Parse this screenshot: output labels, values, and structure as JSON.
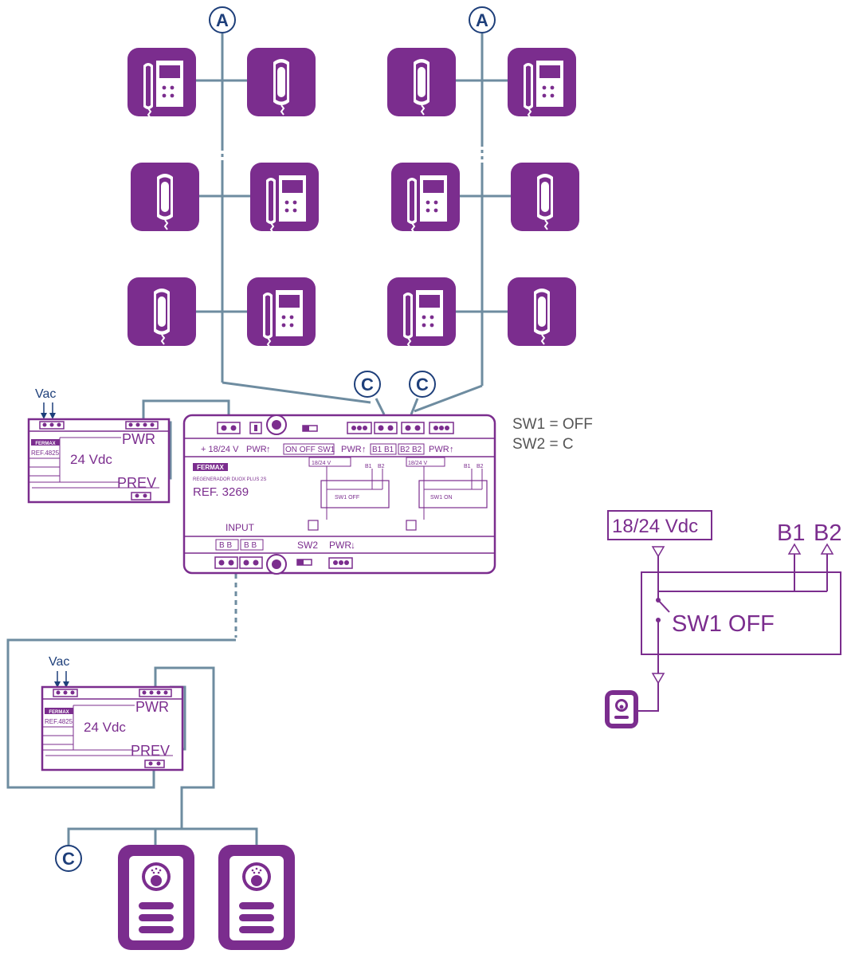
{
  "colors": {
    "purple": "#7b2d8e",
    "wire": "#6e8ca0",
    "navy": "#1e3f7a",
    "text_gray": "#555555",
    "background": "#ffffff"
  },
  "bus_markers": {
    "a_left": "A",
    "a_right": "A",
    "c_top_left": "C",
    "c_top_right": "C",
    "c_bottom": "C"
  },
  "settings_note": {
    "line1": "SW1 = OFF",
    "line2": "SW2 = C"
  },
  "power_supply_top": {
    "input_label": "Vac",
    "brand": "FERMAX",
    "ref": "REF.4825",
    "voltage": "24 Vdc",
    "output_pwr": "PWR",
    "output_prev": "PREV",
    "icon": "power-supply-icon"
  },
  "power_supply_bottom": {
    "input_label": "Vac",
    "brand": "FERMAX",
    "ref": "REF.4825",
    "voltage": "24 Vdc",
    "output_pwr": "PWR",
    "output_prev": "PREV",
    "icon": "power-supply-icon"
  },
  "regenerator": {
    "brand": "FERMAX",
    "model": "REGENERADOR DUOX PLUS 2S",
    "ref": "REF. 3269",
    "top_terminals": {
      "supply": "+ 18/24 V",
      "pwr1": "PWR",
      "sw1_label": "ON OFF SW1",
      "pwr2": "PWR",
      "b1_label": "B1 B1",
      "b2_label": "B2 B2",
      "pwr3": "PWR"
    },
    "left_block": {
      "supply": "18/24 V",
      "b1": "B1",
      "b2": "B2",
      "switch": "SW1 OFF"
    },
    "right_block": {
      "supply": "18/24 V",
      "b1": "B1",
      "b2": "B2",
      "switch": "SW1 ON"
    },
    "bottom": {
      "input": "INPUT",
      "b_terms": "B B",
      "b_terms2": "B B",
      "sw2": "SW2",
      "pwr_down": "PWR"
    }
  },
  "detail_diagram": {
    "supply": "18/24 Vdc",
    "b1": "B1",
    "b2": "B2",
    "switch": "SW1 OFF",
    "icon": "monitor-device-icon"
  },
  "monitor_groups": {
    "left_column": [
      "video-monitor-icon",
      "audio-handset-icon",
      "audio-handset-icon",
      "video-monitor-icon",
      "audio-handset-icon",
      "video-monitor-icon"
    ],
    "right_column": [
      "audio-handset-icon",
      "video-monitor-icon",
      "video-monitor-icon",
      "audio-handset-icon",
      "video-monitor-icon",
      "audio-handset-icon"
    ]
  },
  "entrance_panels": [
    "door-panel-icon",
    "door-panel-icon"
  ]
}
